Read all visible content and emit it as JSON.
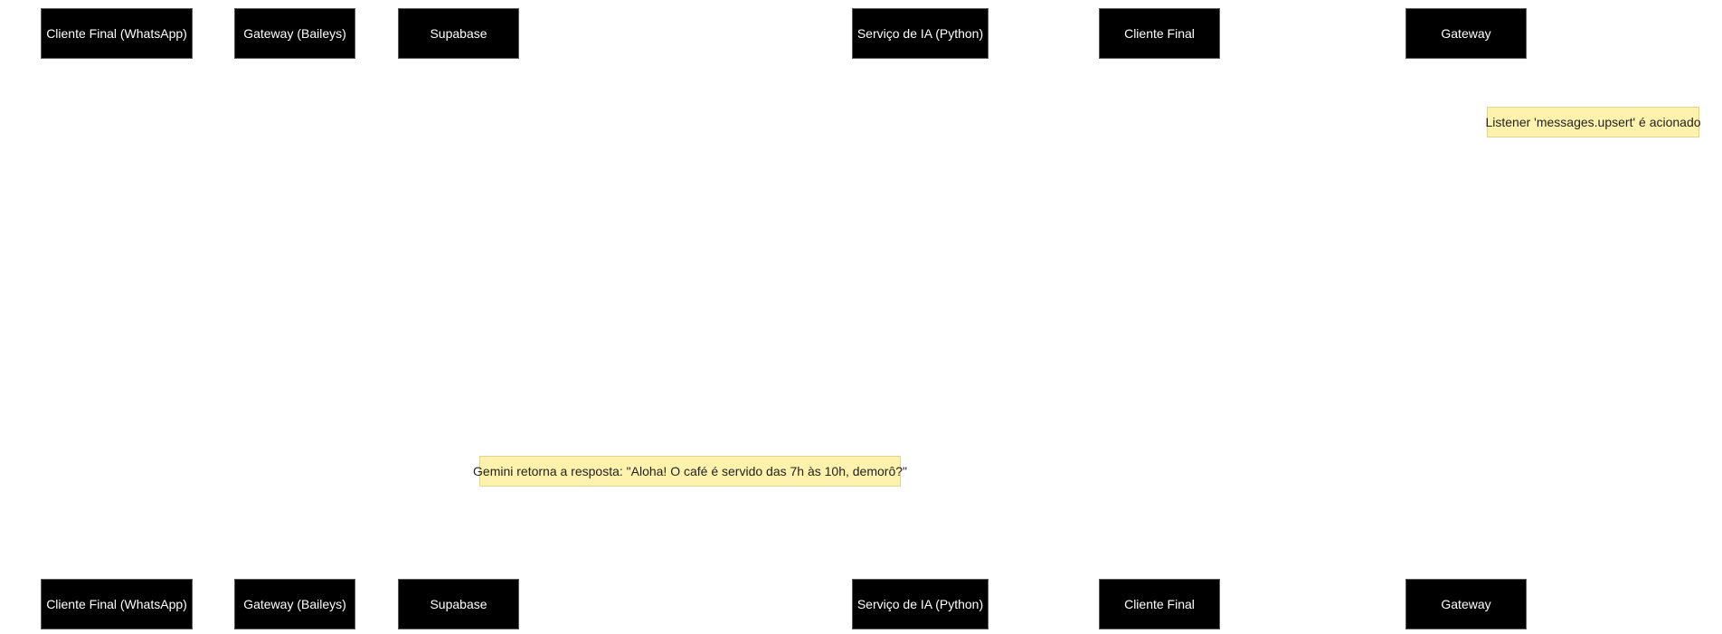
{
  "participants": {
    "cliente_whatsapp": "Cliente Final (WhatsApp)",
    "gateway_baileys": "Gateway (Baileys)",
    "supabase": "Supabase",
    "servico_ia": "Serviço de IA (Python)",
    "cliente_final": "Cliente Final",
    "gateway": "Gateway"
  },
  "notes": {
    "listener": "Listener 'messages.upsert' é acionado",
    "gemini": "Gemini retorna a resposta: \"Aloha! O café é servido das 7h às 10h, demorô?\""
  },
  "colors": {
    "participant_fill": "#000000",
    "participant_text": "#ffffff",
    "note_fill": "#fff2ac"
  }
}
